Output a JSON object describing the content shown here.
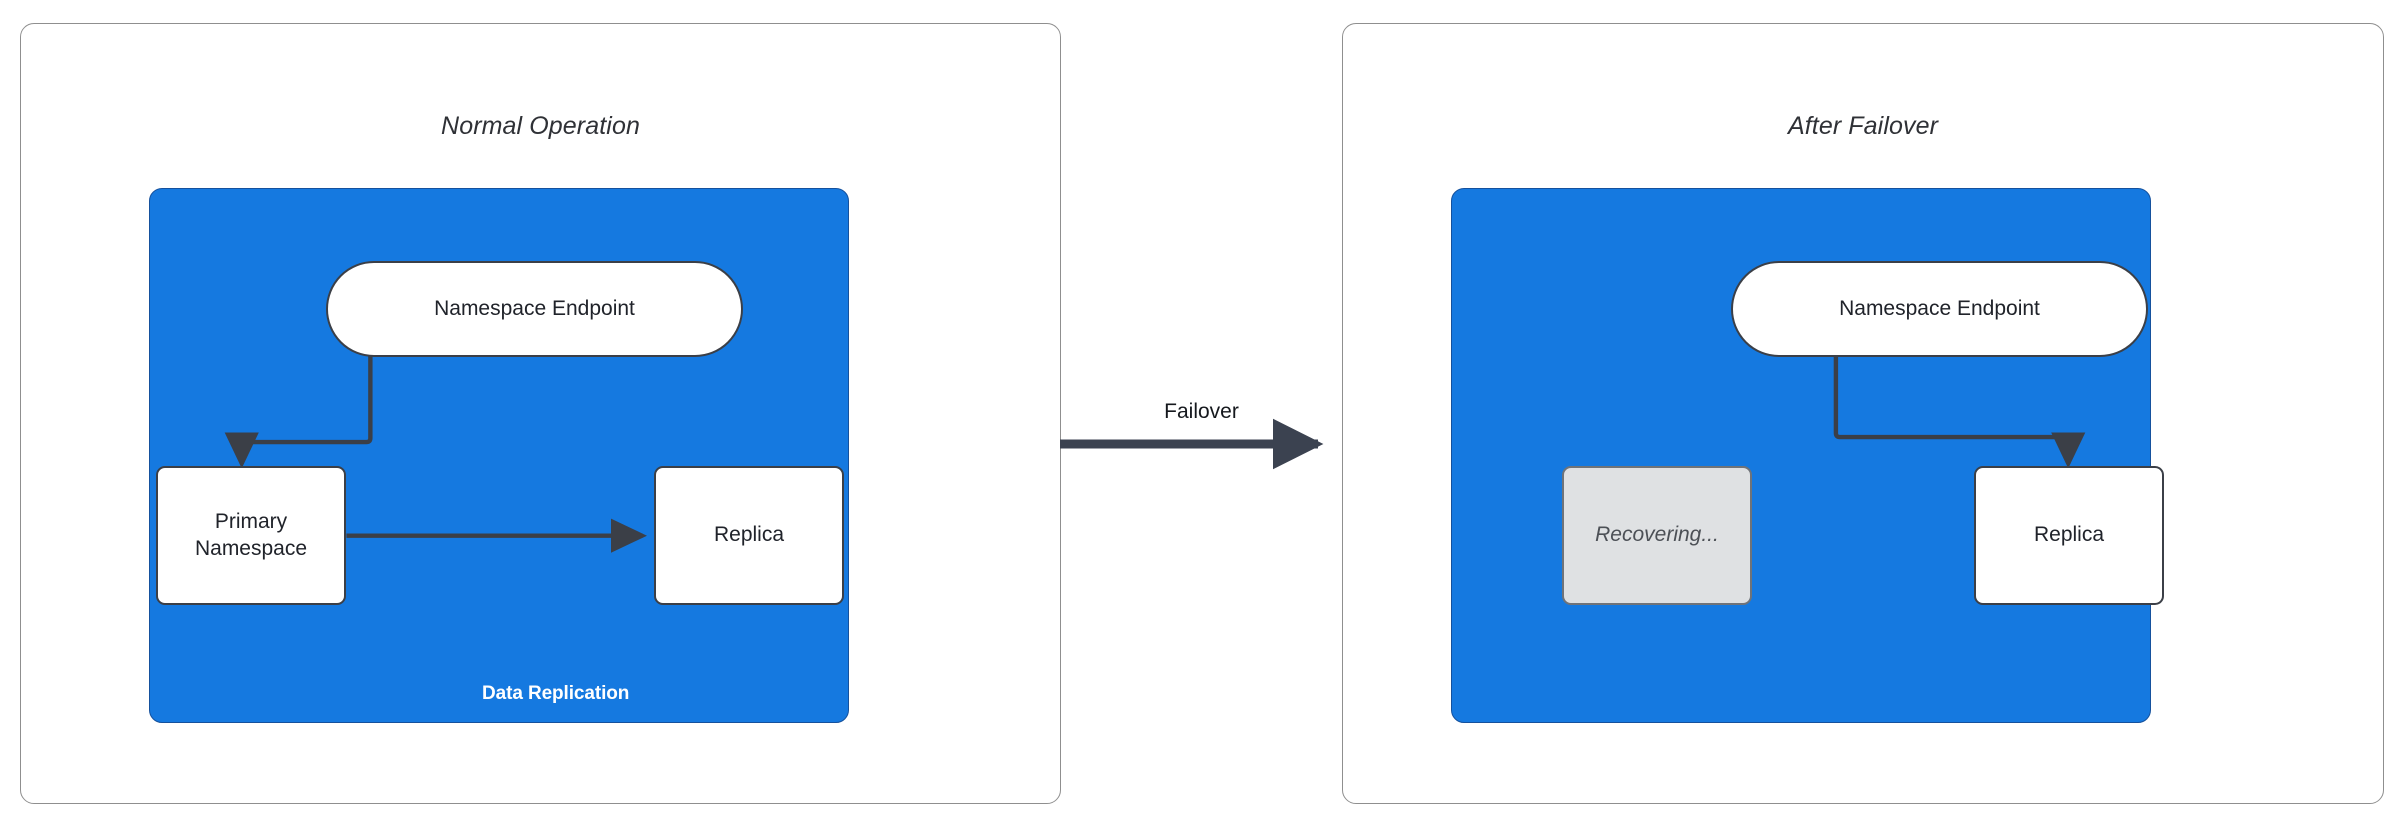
{
  "diagram": {
    "title_left": "Normal Operation",
    "title_right": "After Failover",
    "transition_label": "Failover",
    "colors": {
      "region_fill": "#1579e0",
      "node_fill": "#ffffff",
      "node_stroke": "#3b3f47",
      "recovering_fill": "#dfe1e3",
      "connector": "#3b3f47",
      "panel_border": "#8f8f8f",
      "edge_label_text": "#ffffff"
    },
    "panels": [
      {
        "id": "normal-operation",
        "title": "Normal Operation",
        "nodes": [
          {
            "id": "endpoint",
            "label": "Namespace Endpoint",
            "shape": "stadium",
            "state": "active"
          },
          {
            "id": "primary",
            "label": "Primary\nNamespace",
            "label_line1": "Primary",
            "label_line2": "Namespace",
            "shape": "box",
            "state": "active"
          },
          {
            "id": "replica",
            "label": "Replica",
            "shape": "box",
            "state": "active"
          }
        ],
        "edges": [
          {
            "from": "endpoint",
            "to": "primary",
            "label": "",
            "style": "elbow-arrow"
          },
          {
            "from": "primary",
            "to": "replica",
            "label": "Data Replication",
            "style": "straight-arrow"
          }
        ]
      },
      {
        "id": "after-failover",
        "title": "After Failover",
        "nodes": [
          {
            "id": "endpoint",
            "label": "Namespace Endpoint",
            "shape": "stadium",
            "state": "active"
          },
          {
            "id": "recovering",
            "label": "Recovering...",
            "shape": "box",
            "state": "recovering"
          },
          {
            "id": "replica",
            "label": "Replica",
            "shape": "box",
            "state": "active"
          }
        ],
        "edges": [
          {
            "from": "endpoint",
            "to": "replica",
            "label": "",
            "style": "elbow-arrow"
          }
        ]
      }
    ]
  }
}
